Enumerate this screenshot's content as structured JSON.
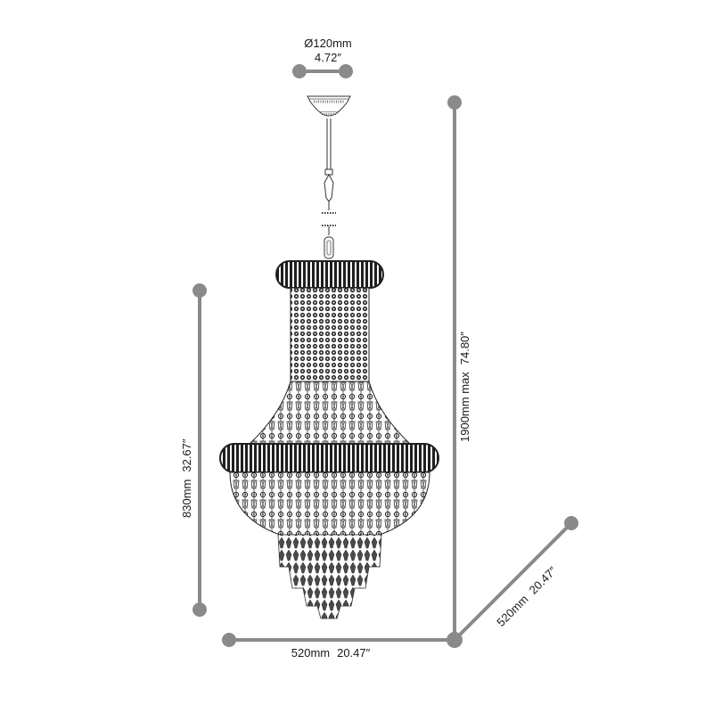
{
  "diagram": {
    "subject": "crystal chandelier dimension drawing",
    "line_color": "#8a8a8a",
    "endpoint_color": "#8a8a8a",
    "drawing_color": "#1f1f1f"
  },
  "dimensions": {
    "canopy_diameter": {
      "metric": "Ø120mm",
      "imperial": "4.72″"
    },
    "total_height": {
      "metric": "1900mm max",
      "imperial": "74.80″"
    },
    "body_height": {
      "metric": "830mm",
      "imperial": "32.67″"
    },
    "width": {
      "metric": "520mm",
      "imperial": "20.47″"
    },
    "depth": {
      "metric": "520mm",
      "imperial": "20.47″"
    }
  }
}
